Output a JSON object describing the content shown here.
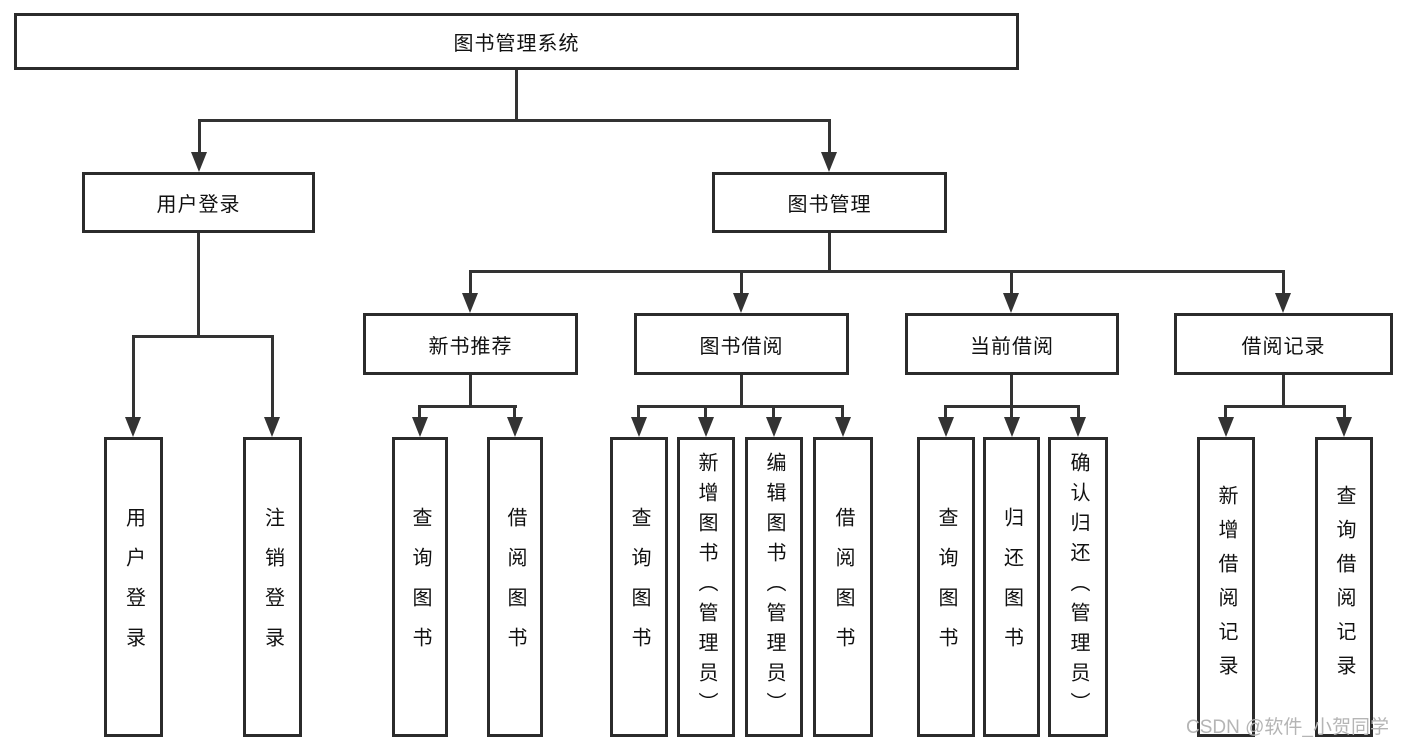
{
  "tree": {
    "root": {
      "label": "图书管理系统"
    },
    "login_branch": {
      "label": "用户登录",
      "children": [
        {
          "label": "用户登录"
        },
        {
          "label": "注销登录"
        }
      ]
    },
    "manage_branch": {
      "label": "图书管理",
      "groups": [
        {
          "label": "新书推荐",
          "children": [
            {
              "label": "查询图书"
            },
            {
              "label": "借阅图书"
            }
          ]
        },
        {
          "label": "图书借阅",
          "children": [
            {
              "label": "查询图书"
            },
            {
              "label": "新增图书（管理员）"
            },
            {
              "label": "编辑图书（管理员）"
            },
            {
              "label": "借阅图书"
            }
          ]
        },
        {
          "label": "当前借阅",
          "children": [
            {
              "label": "查询图书"
            },
            {
              "label": "归还图书"
            },
            {
              "label": "确认归还（管理员）"
            }
          ]
        },
        {
          "label": "借阅记录",
          "children": [
            {
              "label": "新增借阅记录"
            },
            {
              "label": "查询借阅记录"
            }
          ]
        }
      ]
    }
  },
  "watermark": {
    "text": "CSDN @软件_小贺同学"
  },
  "colors": {
    "line": "#333333",
    "box_border": "#2b2b2b",
    "box_fill": "#ffffff",
    "text": "#111111",
    "watermark": "#b5b5b5"
  }
}
